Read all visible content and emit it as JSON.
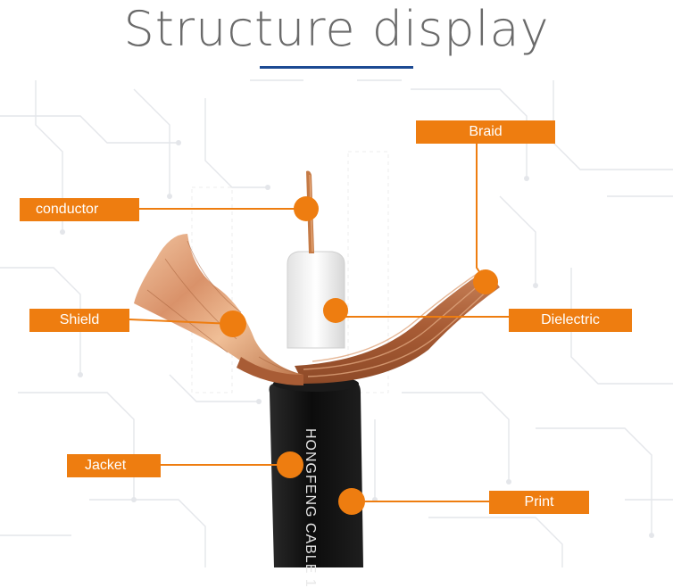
{
  "title": "Structure display",
  "labels": {
    "braid": "Braid",
    "conductor": "conductor",
    "shield": "Shield",
    "dielectric": "Dielectric",
    "jacket": "Jacket",
    "print": "Print"
  },
  "cable_print": "HONGFENG CABLE 1",
  "colors": {
    "accent_orange": "#ee7d10",
    "underline_blue": "#1c4a93",
    "copper": "#c8794a",
    "jacket_black": "#111111"
  }
}
